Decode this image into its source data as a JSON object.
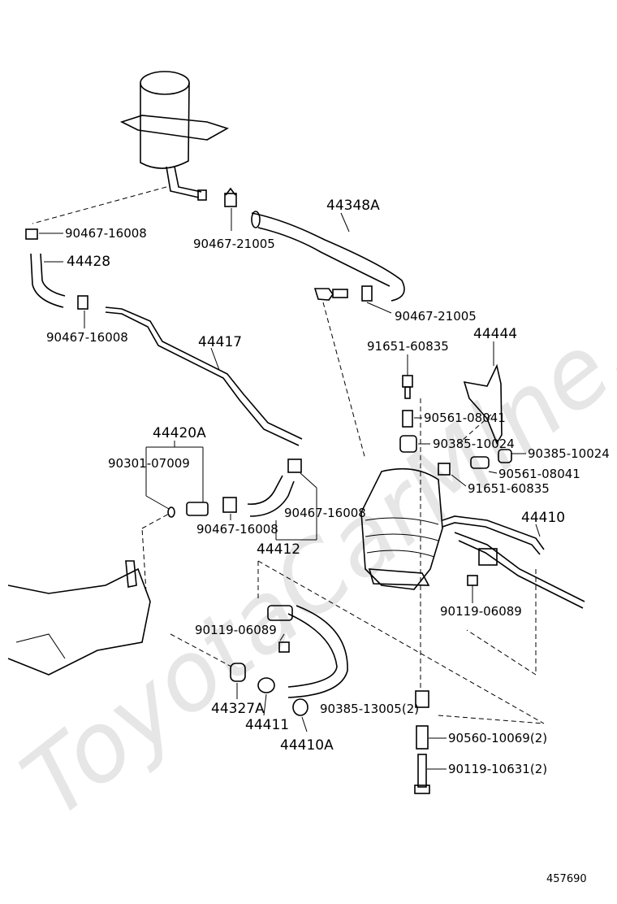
{
  "watermark": "ToyotaCarMine.ru",
  "diagram_ref": "457690",
  "labels": {
    "p44348A": "44348A",
    "p90467_16008_a": "90467-16008",
    "p90467_21005_a": "90467-21005",
    "p44428": "44428",
    "p90467_21005_b": "90467-21005",
    "p90467_16008_b": "90467-16008",
    "p44417": "44417",
    "p91651_60835_a": "91651-60835",
    "p44444": "44444",
    "p90561_08041_a": "90561-08041",
    "p44420A": "44420A",
    "p90385_10024_a": "90385-10024",
    "p90385_10024_b": "90385-10024",
    "p90301_07009": "90301-07009",
    "p90561_08041_b": "90561-08041",
    "p91651_60835_b": "91651-60835",
    "p90467_16008_c": "90467-16008",
    "p90467_16008_d": "90467-16008",
    "p44410": "44410",
    "p44412": "44412",
    "p90119_06089_a": "90119-06089",
    "p90119_06089_b": "90119-06089",
    "p44327A": "44327A",
    "p44411": "44411",
    "p90385_13005": "90385-13005(2)",
    "p44410A": "44410A",
    "p90560_10069": "90560-10069(2)",
    "p90119_10631": "90119-10631(2)"
  }
}
